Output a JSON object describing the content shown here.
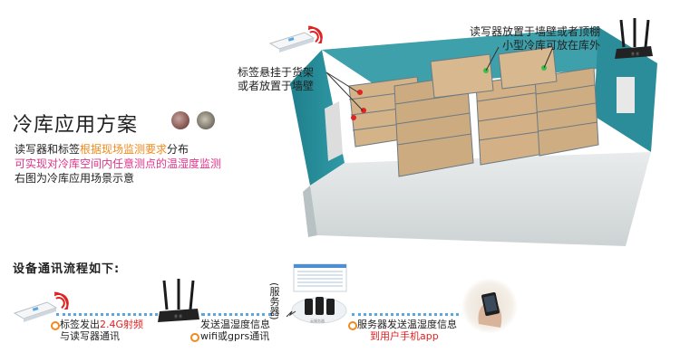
{
  "scene": {
    "title": "冷库应用方案",
    "desc_line1_a": "读写器和标签",
    "desc_line1_b": "根据现场监测要求",
    "desc_line1_c": "分布",
    "desc_line2": "可实现对冷库空间内任意测点的温湿度监测",
    "desc_line3": "右图为冷库应用场景示意",
    "callout_tag_line1": "标签悬挂于货架",
    "callout_tag_line2": "或者放置于墙壁",
    "callout_reader_line1": "读写器放置于墙壁或者顶棚",
    "callout_reader_line2": "小型冷库可放在库外"
  },
  "flow": {
    "title": "设备通讯流程如下:",
    "step1_a": "标签发出",
    "step1_b": "2.4G射频",
    "step1_c": "与读写器通讯",
    "step2_a": "发送温湿度信息",
    "step2_b": "wifi或gprs通讯",
    "server_label": "(服务器)",
    "step3_a": "服务器发送温湿度信息",
    "step3_b": "到用户手机app"
  },
  "colors": {
    "accent_orange": "#f08a1e",
    "accent_pink": "#e1338a",
    "accent_red": "#e02222",
    "wall_teal": "#2f8f9a",
    "dotted_line": "#5aa6df"
  },
  "icons": [
    "tag-device-icon",
    "signal-waves-icon",
    "router-icon",
    "server-icon",
    "phone-hand-icon",
    "cold-storage-illustration"
  ]
}
